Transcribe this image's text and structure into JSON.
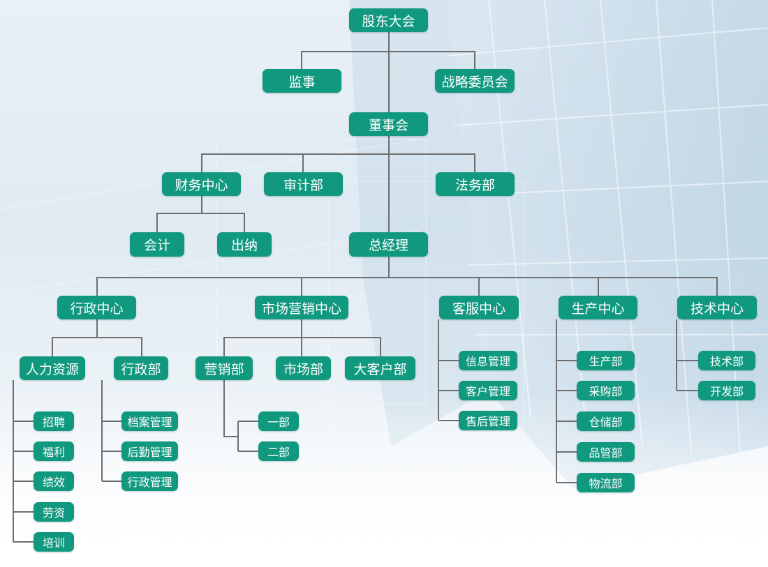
{
  "org": {
    "shareholders": "股东大会",
    "supervisor": "监事",
    "strategy_committee": "战略委员会",
    "board": "董事会",
    "finance_center": "财务中心",
    "audit": "审计部",
    "legal": "法务部",
    "accounting": "会计",
    "cashier": "出纳",
    "general_manager": "总经理",
    "admin_center": "行政中心",
    "marketing_center": "市场营销中心",
    "service_center": "客服中心",
    "production_center": "生产中心",
    "tech_center": "技术中心",
    "hr": "人力资源",
    "admin_dept": "行政部",
    "sales_dept": "营销部",
    "market_dept": "市场部",
    "key_accounts": "大客户部",
    "hr_items": [
      "招聘",
      "福利",
      "绩效",
      "劳资",
      "培训"
    ],
    "admin_items": [
      "档案管理",
      "后勤管理",
      "行政管理"
    ],
    "sales_items": [
      "一部",
      "二部"
    ],
    "service_items": [
      "信息管理",
      "客户管理",
      "售后管理"
    ],
    "production_items": [
      "生产部",
      "采购部",
      "仓储部",
      "品管部",
      "物流部"
    ],
    "tech_items": [
      "技术部",
      "开发部"
    ]
  }
}
